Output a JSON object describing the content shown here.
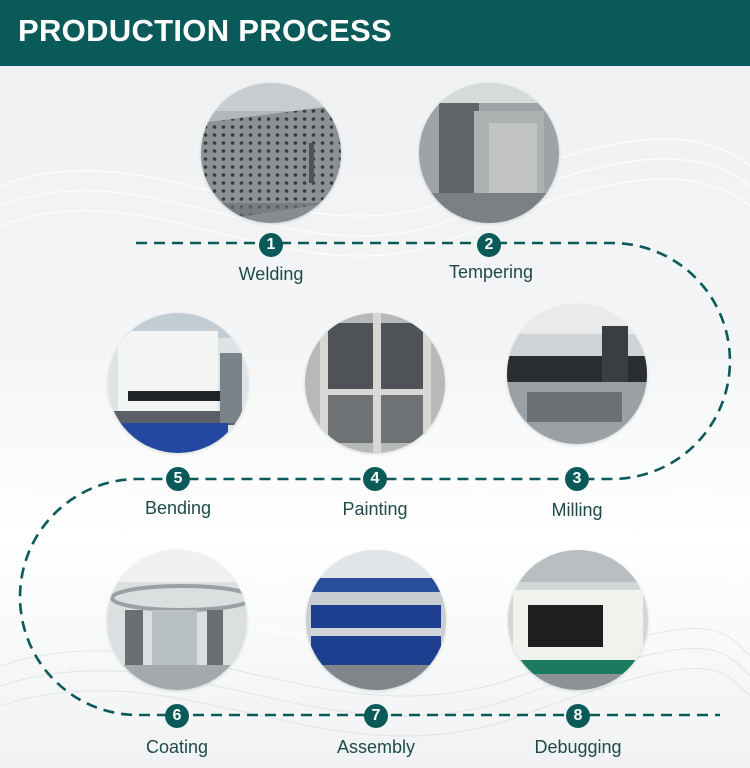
{
  "header": {
    "title": "PRODUCTION PROCESS"
  },
  "colors": {
    "brand": "#0b5a5a",
    "label": "#1f4a4a",
    "path": "#0b5a5a"
  },
  "steps": [
    {
      "number": "1",
      "label": "Welding",
      "image": "perforated-welding-table-photo"
    },
    {
      "number": "2",
      "label": "Tempering",
      "image": "metal-panel-oven-photo"
    },
    {
      "number": "3",
      "label": "Milling",
      "image": "gantry-milling-machine-photo"
    },
    {
      "number": "4",
      "label": "Painting",
      "image": "painted-frame-panels-photo"
    },
    {
      "number": "5",
      "label": "Bending",
      "image": "press-brake-machine-photo"
    },
    {
      "number": "6",
      "label": "Coating",
      "image": "powder-coating-line-photo"
    },
    {
      "number": "7",
      "label": "Assembly",
      "image": "assembly-workshop-photo"
    },
    {
      "number": "8",
      "label": "Debugging",
      "image": "finished-laser-machine-photo"
    }
  ]
}
